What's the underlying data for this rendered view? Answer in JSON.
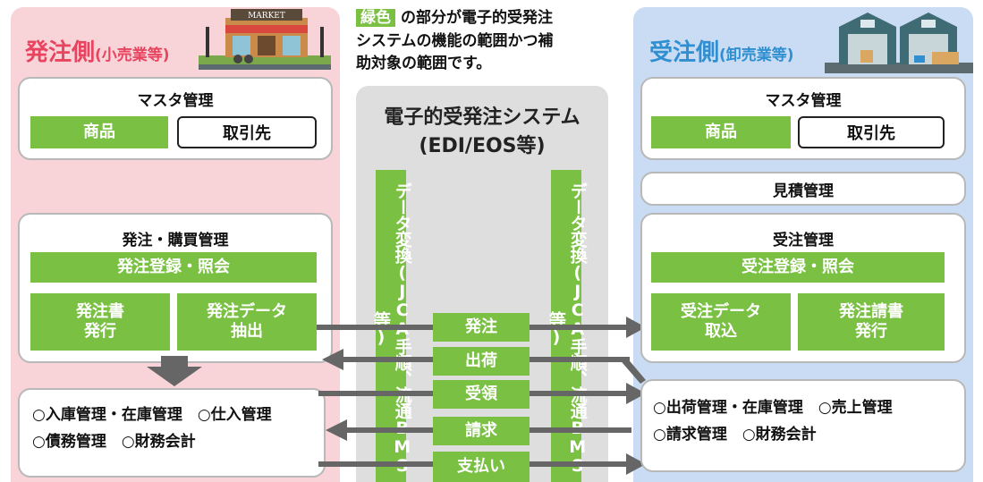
{
  "note": {
    "tag": "緑色",
    "line1": "の部分が電子的受発注",
    "line2": "システムの機能の範囲かつ補",
    "line3": "助対象の範囲です。"
  },
  "left": {
    "title": "発注側",
    "subtitle": "(小売業等)",
    "store_sign": "MARKET",
    "master": {
      "title": "マスタ管理",
      "product": "商品",
      "partner": "取引先"
    },
    "purchase": {
      "title": "発注・購買管理",
      "register": "発注登録・照会",
      "issue_line1": "発注書",
      "issue_line2": "発行",
      "extract_line1": "発注データ",
      "extract_line2": "抽出"
    },
    "other": {
      "line1": "○入庫管理・在庫管理　○仕入管理",
      "line2": "○債務管理　○財務会計"
    }
  },
  "middle": {
    "title_line1": "電子的受発注システム",
    "title_line2": "(EDI/EOS等)",
    "conversion_left": "データ変換(JCA手順、流通BMS等)",
    "conversion_right": "データ変換(JCA手順、流通BMS等)",
    "flows": [
      "発注",
      "出荷",
      "受領",
      "請求",
      "支払い"
    ]
  },
  "right": {
    "title": "受注側",
    "subtitle": "(卸売業等)",
    "master": {
      "title": "マスタ管理",
      "product": "商品",
      "partner": "取引先"
    },
    "estimate": "見積管理",
    "order": {
      "title": "受注管理",
      "register": "受注登録・照会",
      "import_line1": "受注データ",
      "import_line2": "取込",
      "invoice_line1": "発注請書",
      "invoice_line2": "発行"
    },
    "other": {
      "line1": "○出荷管理・在庫管理　○売上管理",
      "line2": "○請求管理　○財務会計"
    }
  },
  "colors": {
    "green": "#7ac043",
    "left_title": "#e8435f",
    "right_title": "#2f8fd1",
    "arrow": "#666666"
  }
}
